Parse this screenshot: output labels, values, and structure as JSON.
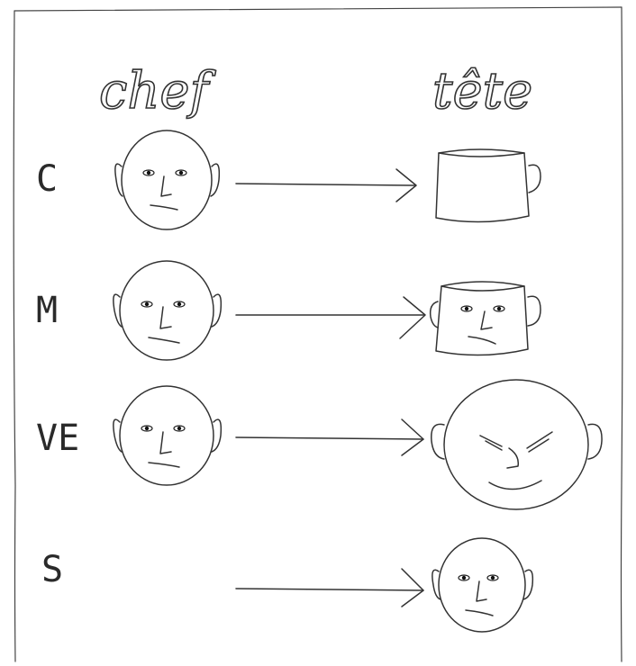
{
  "header": {
    "left_word": "chef",
    "right_word": "tête"
  },
  "rows": [
    {
      "label": "C",
      "source": "head",
      "target": "pot"
    },
    {
      "label": "M",
      "source": "head",
      "target": "pot-head"
    },
    {
      "label": "VE",
      "source": "head",
      "target": "big-head"
    },
    {
      "label": "S",
      "source": "none",
      "target": "head"
    }
  ],
  "colors": {
    "ink": "#333333",
    "background": "#ffffff"
  }
}
